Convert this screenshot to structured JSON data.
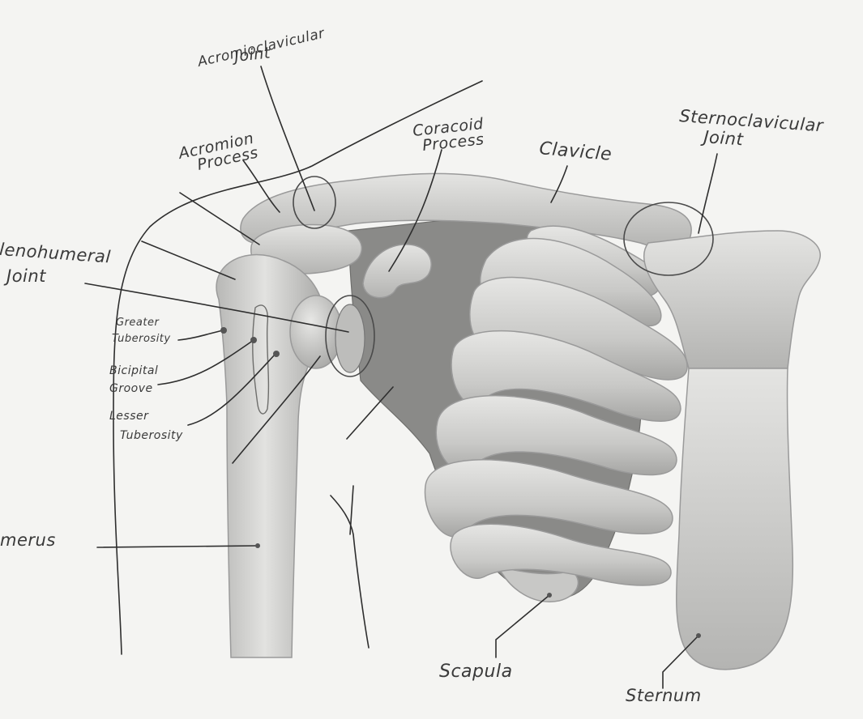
{
  "labels": {
    "acromioclavicular_joint": {
      "line1": "Acromioclavicular",
      "line2": "Joint"
    },
    "acromion_process": {
      "line1": "Acromion",
      "line2": "Process"
    },
    "coracoid_process": {
      "line1": "Coracoid",
      "line2": "Process"
    },
    "clavicle": "Clavicle",
    "sternoclavicular_joint": {
      "line1": "Sternoclavicular",
      "line2": "Joint"
    },
    "glenohumeral_joint": {
      "line1": "Glenohumeral",
      "line2": "Joint"
    },
    "greater_tuberosity": {
      "line1": "Greater",
      "line2": "Tuberosity"
    },
    "bicipital_groove": {
      "line1": "Bicipital",
      "line2": "Groove"
    },
    "lesser_tuberosity": {
      "line1": "Lesser",
      "line2": "Tuberosity"
    },
    "humerus": "merus",
    "scapula": "Scapula",
    "sternum": "Sternum"
  },
  "colors": {
    "background": "#f4f4f2",
    "bone_light": "#dcdcda",
    "bone_mid": "#bdbdbb",
    "bone_dark": "#8e8e8c",
    "scapula_shadow": "#7c7c7a",
    "ink": "#2e2e2e"
  }
}
